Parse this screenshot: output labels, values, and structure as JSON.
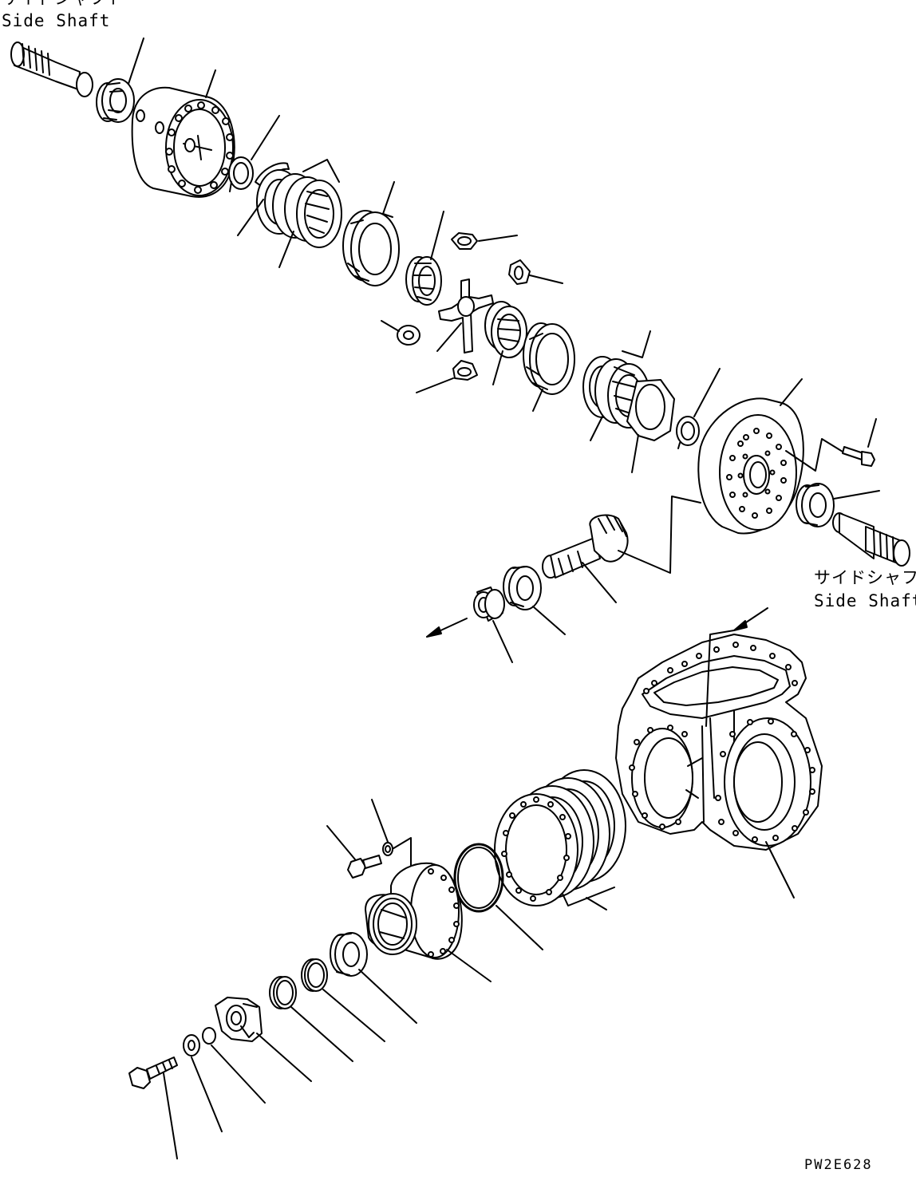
{
  "labels": {
    "top_left": {
      "jp": "サイドシャフト",
      "en": "Side Shaft"
    },
    "right": {
      "jp": "サイドシャフト",
      "en": "Side Shaft"
    }
  },
  "drawing_code": "PW2E628"
}
